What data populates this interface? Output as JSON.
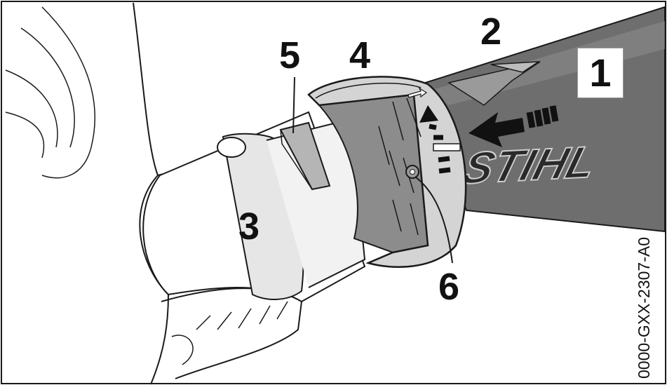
{
  "callouts": {
    "c1": "1",
    "c2": "2",
    "c3": "3",
    "c4": "4",
    "c5": "5",
    "c6": "6"
  },
  "brand_text": "STIHL",
  "document_code": "0000-GXX-2307-A0",
  "colors": {
    "outline": "#1a1a1a",
    "tube_dark": "#6e6e6e",
    "tube_mid": "#8a8a8a",
    "ring_light": "#d4d4d4",
    "collar_light": "#e6e6e6",
    "clip_gray": "#b5b5b5",
    "arrow": "#111111"
  }
}
